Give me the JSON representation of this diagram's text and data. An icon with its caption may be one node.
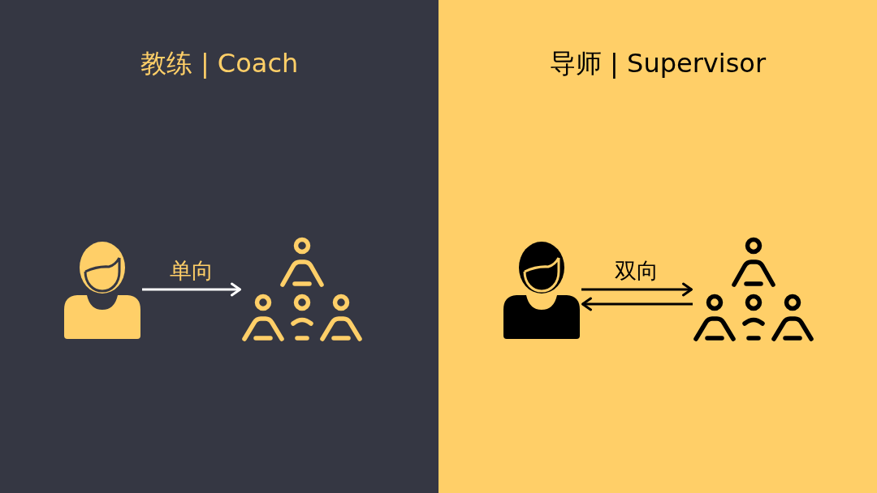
{
  "diagram": {
    "nodes": [
      {
        "text": [
          "教练 | Coach"
        ]
      },
      {
        "text": [],
        "shape": "person",
        "in": 0
      },
      {
        "text": [],
        "shape": "people",
        "in": 0
      },
      {
        "text": [
          "导师 | Supervisor"
        ]
      },
      {
        "text": [],
        "shape": "person",
        "in": 3
      },
      {
        "text": [],
        "shape": "people",
        "in": 3
      }
    ],
    "edges": [
      {
        "from": 1,
        "to": 2,
        "arrow": "to",
        "label": "单向",
        "color": "#ffffff"
      },
      {
        "from": 4,
        "to": 5,
        "arrow": "to",
        "label": "双向"
      },
      {
        "from": 5,
        "to": 4,
        "arrow": "to"
      }
    ]
  }
}
